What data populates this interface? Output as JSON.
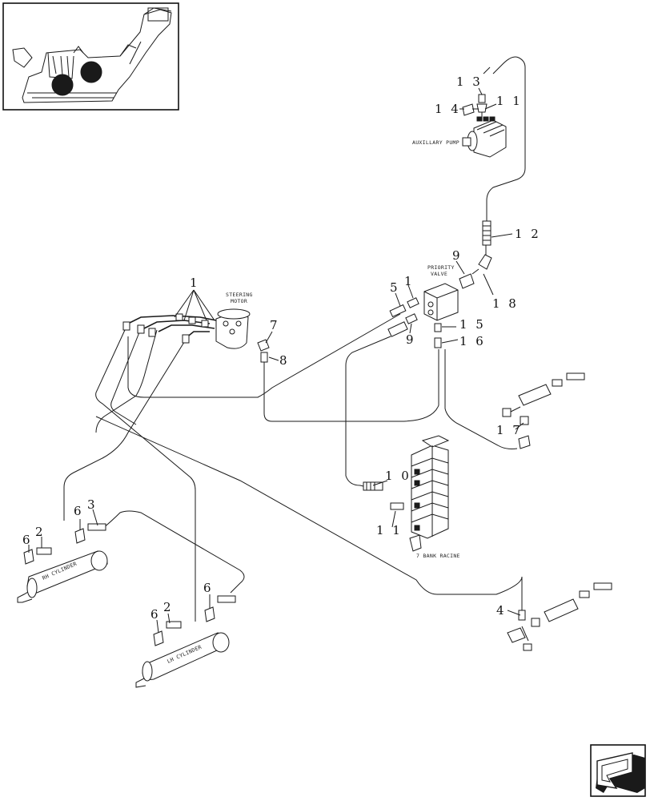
{
  "callouts": {
    "c13": "1 3",
    "c14": "1 4",
    "c11_top": "1 1",
    "c12": "1 2",
    "c9_top": "9",
    "c18": "1 8",
    "c5": "5",
    "c1_mid": "1",
    "c9_bottom": "9",
    "c15": "1 5",
    "c16": "1 6",
    "c1_left": "1",
    "c7": "7",
    "c8": "8",
    "c17": "1 7",
    "c10": "1 0",
    "c11_bottom": "1 1",
    "c6_a": "6",
    "c3": "3",
    "c6_b": "6",
    "c2_a": "2",
    "c6_c": "6",
    "c2_b": "2",
    "c6_d": "6",
    "c4": "4"
  },
  "labels": {
    "auxiliary_pump": "AUXILLARY PUMP",
    "priority_valve_1": "PRIORITY",
    "priority_valve_2": "VALVE",
    "steering_motor_1": "STEERING",
    "steering_motor_2": "MOTOR",
    "bank_racine": "7 BANK RACINE",
    "rh_cylinder": "RH CYLINDER",
    "lh_cylinder": "LH CYLINDER"
  },
  "icons": {
    "thumbnail": "sugarcane-harvester-thumbnail-icon",
    "next_page": "next-page-arrow-icon"
  }
}
